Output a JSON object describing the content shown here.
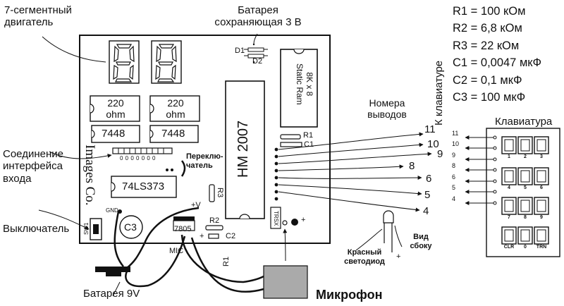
{
  "labels": {
    "seven_segment": [
      "7-сегментный",
      "двигатель"
    ],
    "backup_battery": [
      "Батарея",
      "сохраняющая 3 В"
    ],
    "interface_connection": [
      "Соединение",
      "интерфейса",
      "входа"
    ],
    "switch": "Выключатель",
    "battery_9v": "Батарея 9V",
    "microphone": "Микрофон",
    "red_led": [
      "Красный",
      "светодиод"
    ],
    "side_view": [
      "Вид",
      "сбоку"
    ],
    "pin_numbers": [
      "Номера",
      "выводов"
    ],
    "to_keyboard": "К клавиатуре",
    "keyboard": "Клавиатура",
    "toggle_switch": [
      "Переклю-",
      "чатель"
    ],
    "watermark": "Images Co."
  },
  "components_list": [
    "R1 = 100 кОм",
    "R2 = 6,8 кОм",
    "R3 = 22 кОм",
    "C1 = 0,0047 мкФ",
    "C2 = 0,1 мкФ",
    "C3 = 100 мкФ"
  ],
  "board": {
    "res1_top": "220",
    "res1_bottom": "ohm",
    "res2_top": "220",
    "res2_bottom": "ohm",
    "decoder1": "7448",
    "decoder2": "7448",
    "latch": "74LS373",
    "main_chip": "HM 2007",
    "ram_line1": "8K x 8",
    "ram_line2": "Static Ram",
    "d1": "D1",
    "d2": "D2",
    "r1": "R1",
    "c1": "C1",
    "r2": "R2",
    "c2": "C2",
    "r3": "R3",
    "c3": "C3",
    "gnd": "GND",
    "plus_v": "+V",
    "regulator": "7805",
    "mic": "MIC",
    "sw1": "SW1",
    "r1_cable": "R1",
    "trsx": "TRSX",
    "plus": "+",
    "data_pins": "0 0 0 0 0 0 0"
  },
  "pin_numbers": [
    "11",
    "10",
    "9",
    "8",
    "6",
    "5",
    "4"
  ],
  "keypad_pins": [
    "11",
    "10",
    "9",
    "8",
    "6",
    "5",
    "4"
  ],
  "keypad_keys": [
    "1",
    "2",
    "3",
    "4",
    "5",
    "6",
    "7",
    "8",
    "9",
    "CLR",
    "0",
    "TRN"
  ]
}
